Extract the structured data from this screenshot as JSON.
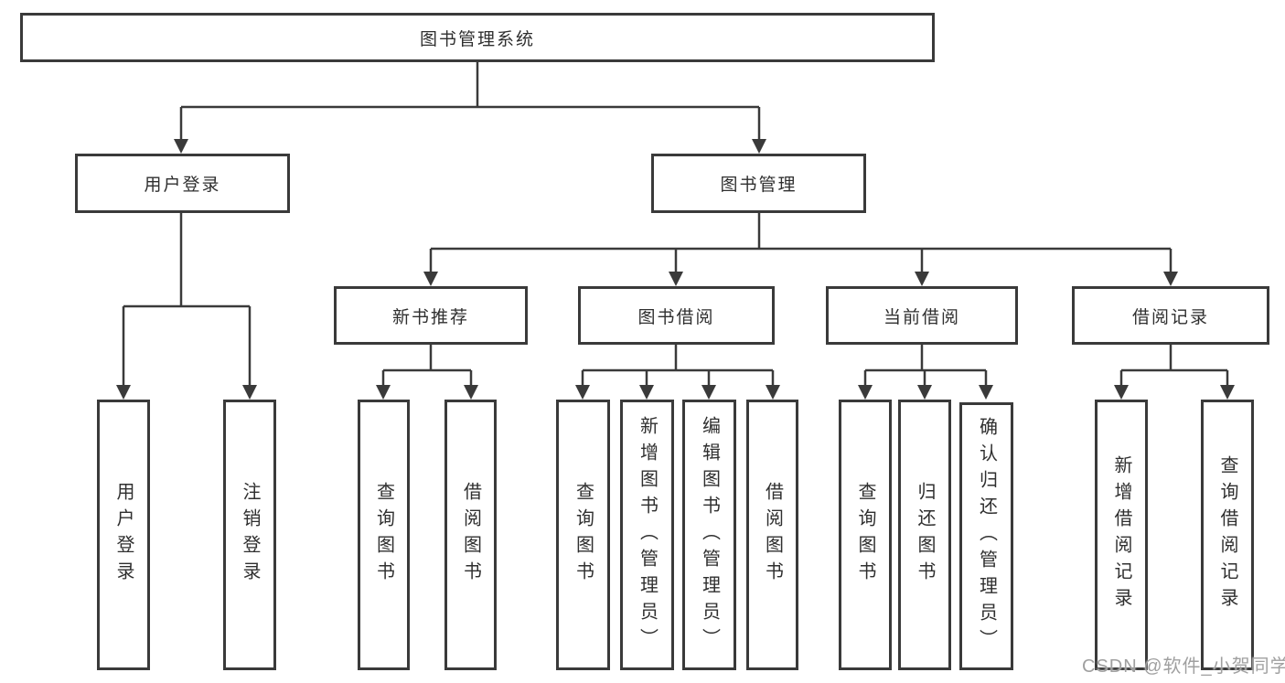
{
  "diagram_title": "图书管理系统",
  "tree": {
    "label": "图书管理系统",
    "children": [
      {
        "label": "用户登录",
        "children": [
          {
            "label": "用户登录"
          },
          {
            "label": "注销登录"
          }
        ]
      },
      {
        "label": "图书管理",
        "children": [
          {
            "label": "新书推荐",
            "children": [
              {
                "label": "查询图书"
              },
              {
                "label": "借阅图书"
              }
            ]
          },
          {
            "label": "图书借阅",
            "children": [
              {
                "label": "查询图书"
              },
              {
                "label": "新增图书（管理员）"
              },
              {
                "label": "编辑图书（管理员）"
              },
              {
                "label": "借阅图书"
              }
            ]
          },
          {
            "label": "当前借阅",
            "children": [
              {
                "label": "查询图书"
              },
              {
                "label": "归还图书"
              },
              {
                "label": "确认归还（管理员）"
              }
            ]
          },
          {
            "label": "借阅记录",
            "children": [
              {
                "label": "新增借阅记录"
              },
              {
                "label": "查询借阅记录"
              }
            ]
          }
        ]
      }
    ]
  },
  "watermark": "CSDN @软件_小贺同学",
  "colors": {
    "line": "#3a3a3a",
    "box_border": "#333333",
    "text": "#2f2f2f",
    "background": "#ffffff",
    "watermark": "#a0a0a0"
  }
}
